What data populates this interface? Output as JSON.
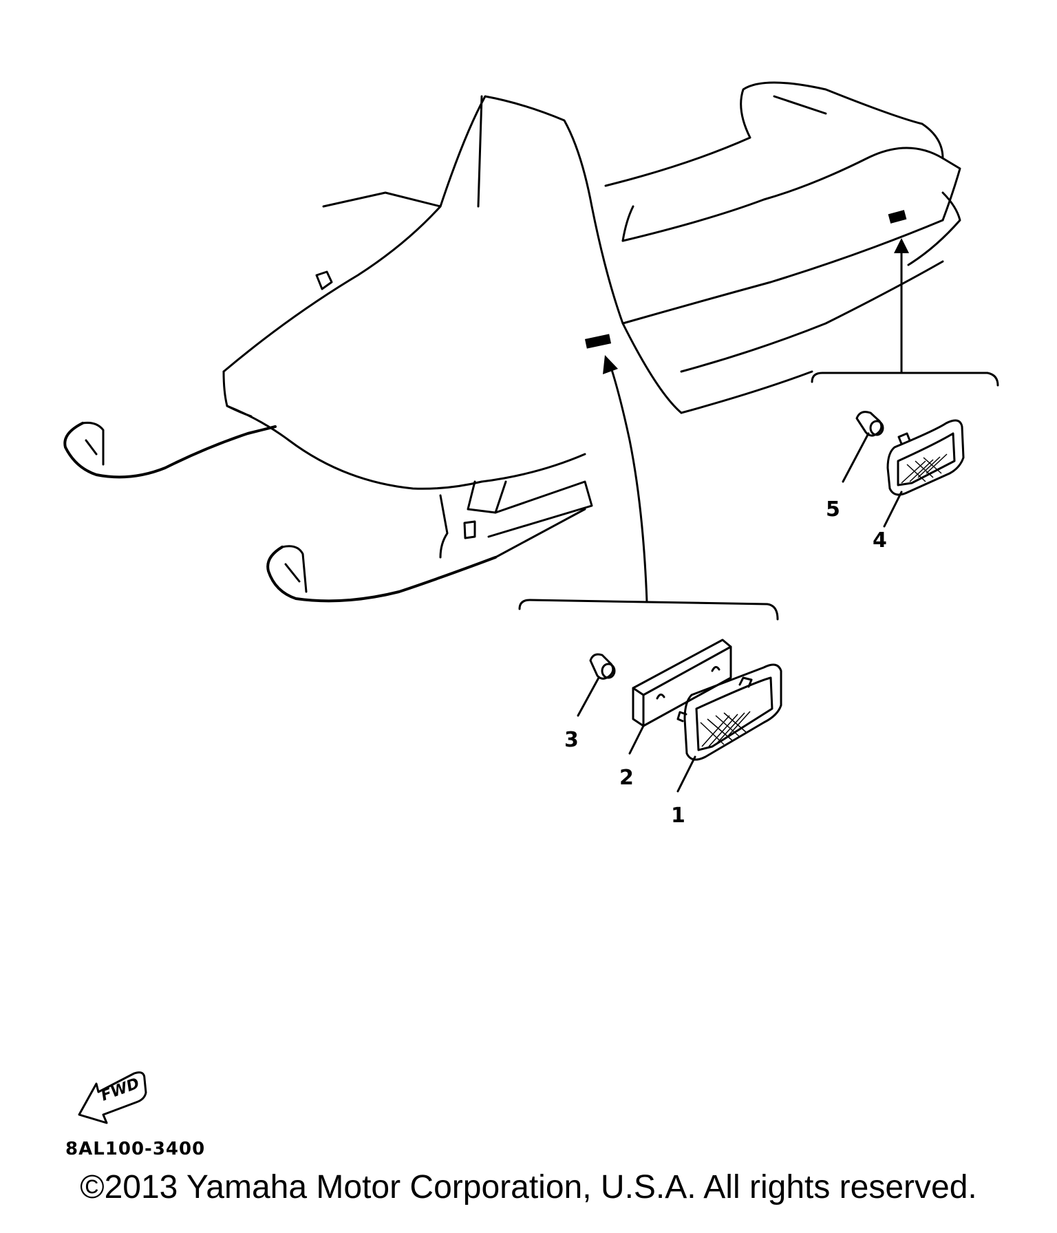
{
  "callouts": {
    "p1": "1",
    "p2": "2",
    "p3": "3",
    "p4": "4",
    "p5": "5"
  },
  "fwd_label": "FWD",
  "diagram_code": "8AL100-3400",
  "copyright": "©2013 Yamaha Motor Corporation, U.S.A. All rights reserved."
}
